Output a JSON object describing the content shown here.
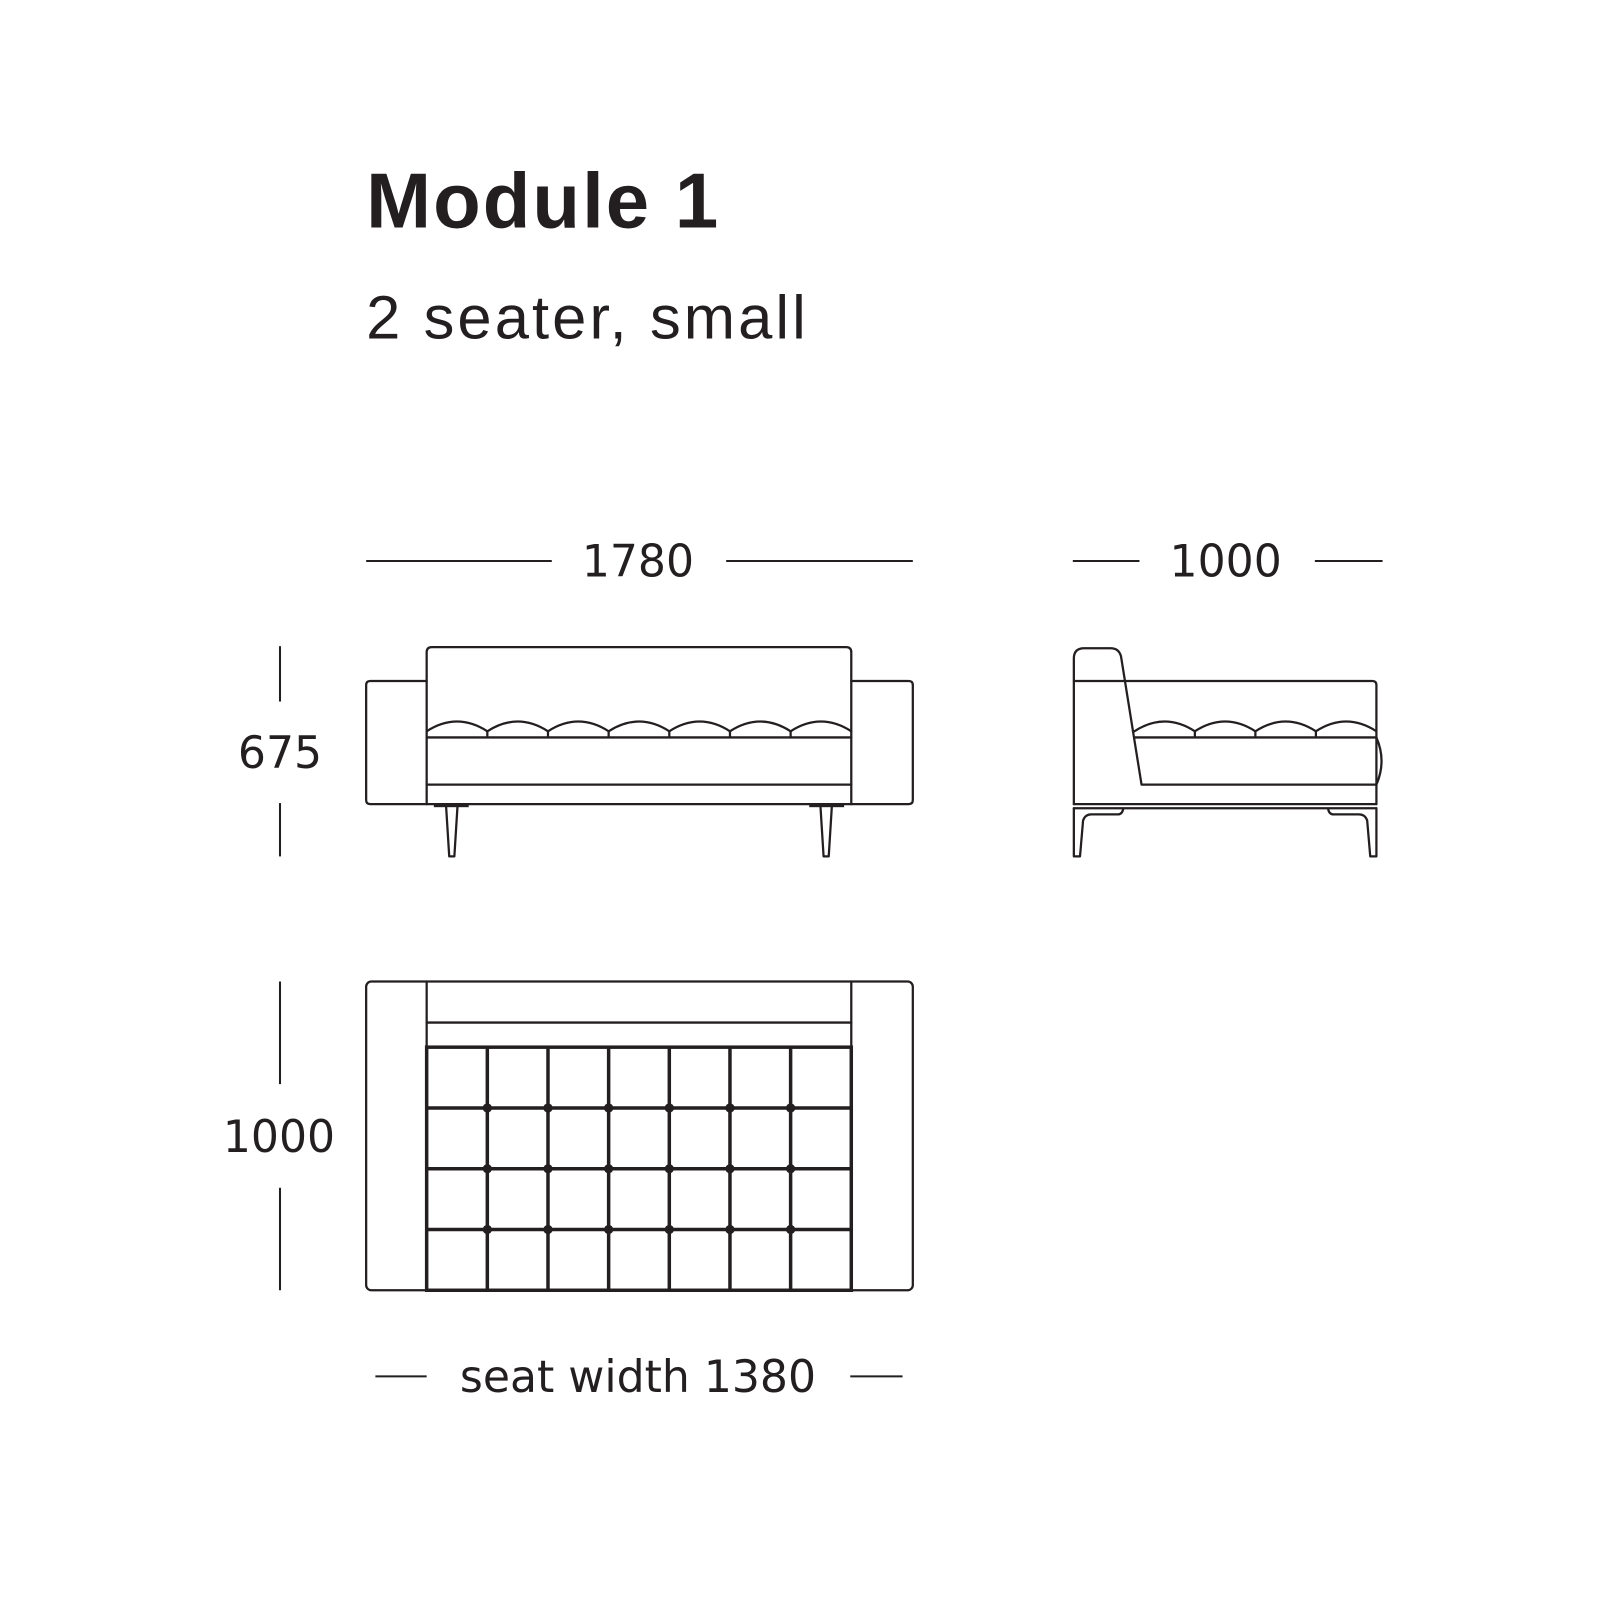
{
  "title": "Module 1",
  "subtitle": "2 seater, small",
  "dimensions": {
    "front_width": "1780",
    "side_depth": "1000",
    "height": "675",
    "top_depth": "1000",
    "seat_width": "seat width 1380"
  },
  "drawing": {
    "front_cushion_scallops": 7,
    "side_cushion_scallops": 4,
    "top_grid_columns": 7,
    "top_grid_rows": 4,
    "line_color": "#231f20"
  }
}
